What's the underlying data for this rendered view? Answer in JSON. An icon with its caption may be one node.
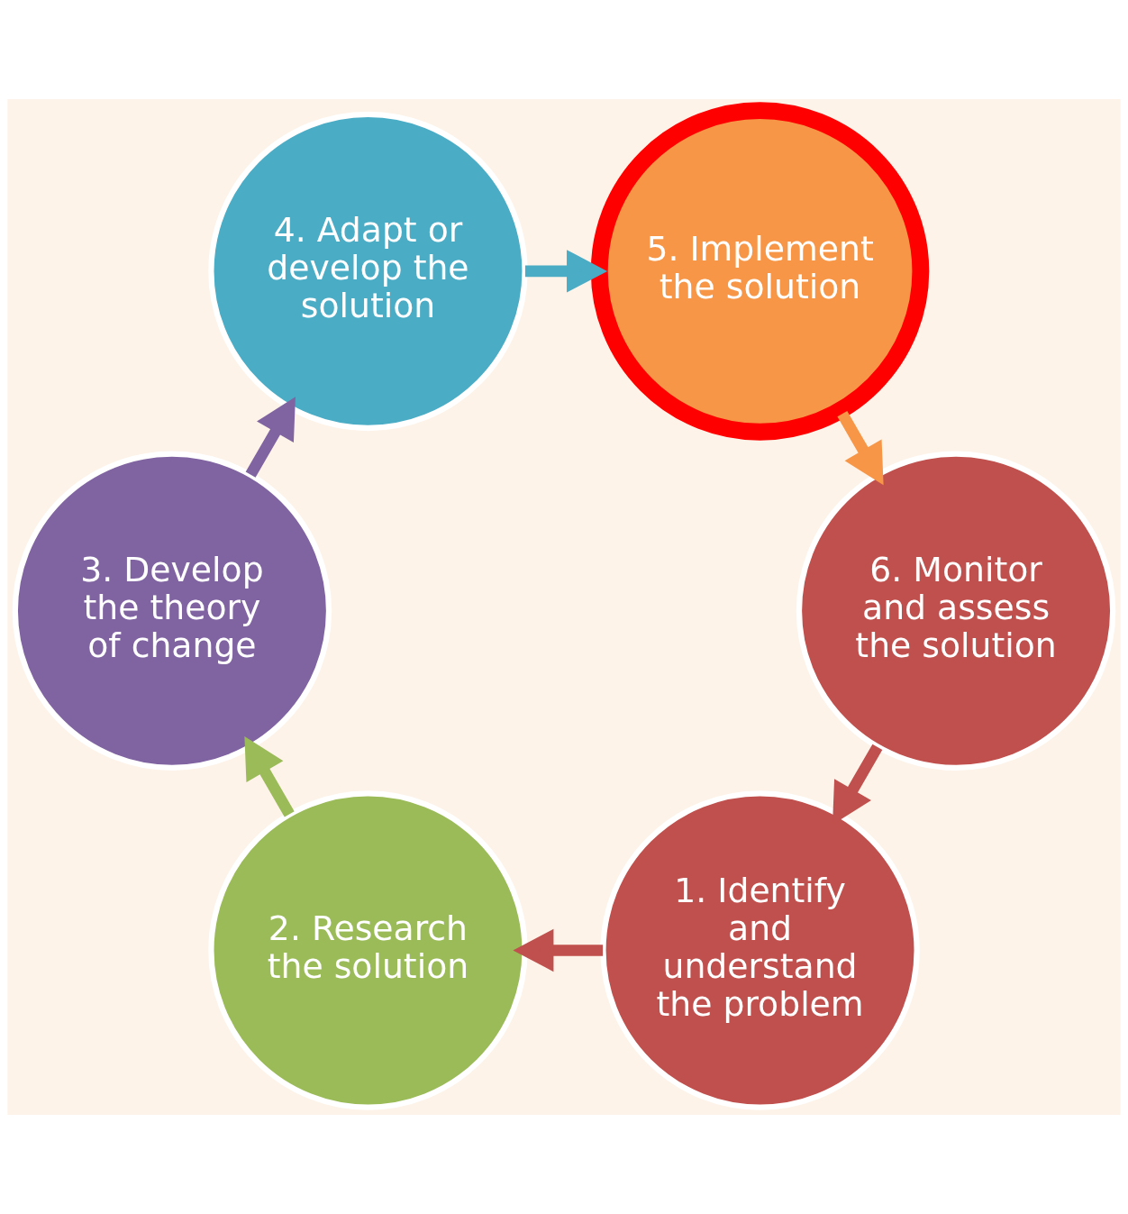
{
  "diagram": {
    "nodes": [
      {
        "text": [
          "1. Identify and understand the problem"
        ]
      },
      {
        "text": [
          "2. Research the solution"
        ]
      },
      {
        "text": [
          "3. Develop the theory of change"
        ]
      },
      {
        "text": [
          "4. Adapt or develop the solution"
        ]
      },
      {
        "text": [
          "5. Implement the solution"
        ]
      },
      {
        "text": [
          "6. Monitor and assess the solution"
        ]
      }
    ],
    "edges": [
      {
        "from": 0,
        "to": 1,
        "arrow": "to",
        "color": "#c0504d"
      },
      {
        "from": 1,
        "to": 2,
        "arrow": "to",
        "color": "#9bbb59"
      },
      {
        "from": 2,
        "to": 3,
        "arrow": "to",
        "color": "#8064a2"
      },
      {
        "from": 3,
        "to": 4,
        "arrow": "to",
        "color": "#4bacc6"
      },
      {
        "from": 4,
        "to": 5,
        "arrow": "to",
        "color": "#f79646"
      },
      {
        "from": 5,
        "to": 0,
        "arrow": "to",
        "color": "#c0504d"
      }
    ]
  }
}
